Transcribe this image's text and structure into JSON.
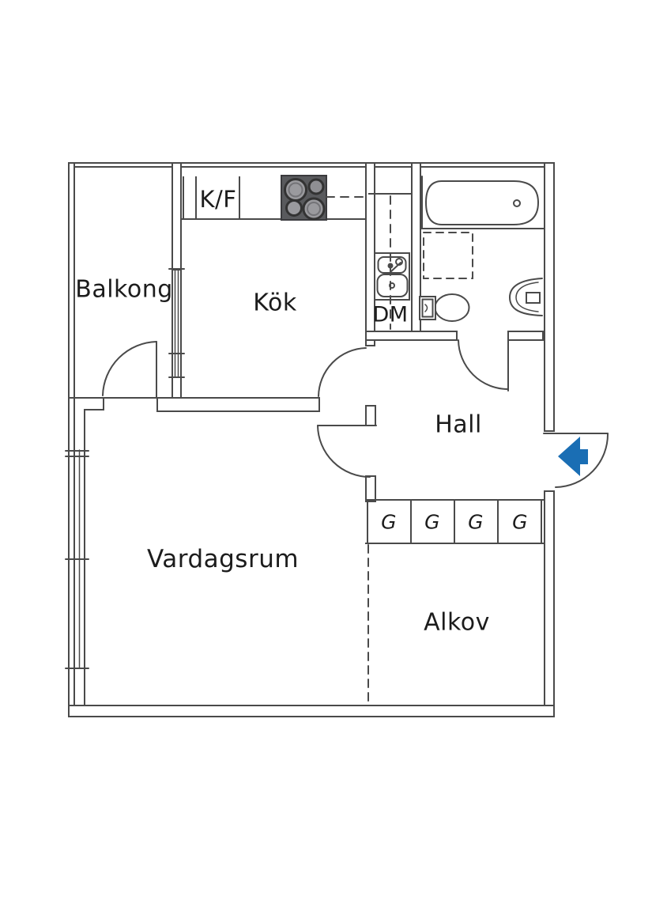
{
  "plan_title": "Apartment floor plan (1 room + kitchen with alcove)",
  "colors": {
    "background": "#ffffff",
    "line": "#4a4a4a",
    "text": "#1c1c1c",
    "entrance_arrow_blue": "#1a6eb4",
    "stove_body": "#595a5d",
    "stove_burner": "#9a9a9e"
  },
  "rooms": {
    "balkong": {
      "label": "Balkong"
    },
    "kok": {
      "label": "Kök"
    },
    "hall": {
      "label": "Hall"
    },
    "vardagsrum": {
      "label": "Vardagsrum"
    },
    "alkov": {
      "label": "Alkov"
    }
  },
  "fixtures": {
    "fridge_freezer": {
      "label": "K/F"
    },
    "dishwasher": {
      "label": "DM"
    },
    "wardrobes": [
      {
        "label": "G"
      },
      {
        "label": "G"
      },
      {
        "label": "G"
      },
      {
        "label": "G"
      }
    ],
    "icons": [
      "bathtub-icon",
      "washing-machine-icon",
      "toilet-icon",
      "bathroom-sink-icon",
      "kitchen-sink-icon",
      "stove-icon",
      "balcony-window-icon",
      "living-room-window-icon",
      "door-arc-balcony",
      "door-arc-kitchen",
      "door-arc-living-room",
      "door-arc-bathroom",
      "door-arc-entrance",
      "entrance-arrow-icon"
    ]
  }
}
